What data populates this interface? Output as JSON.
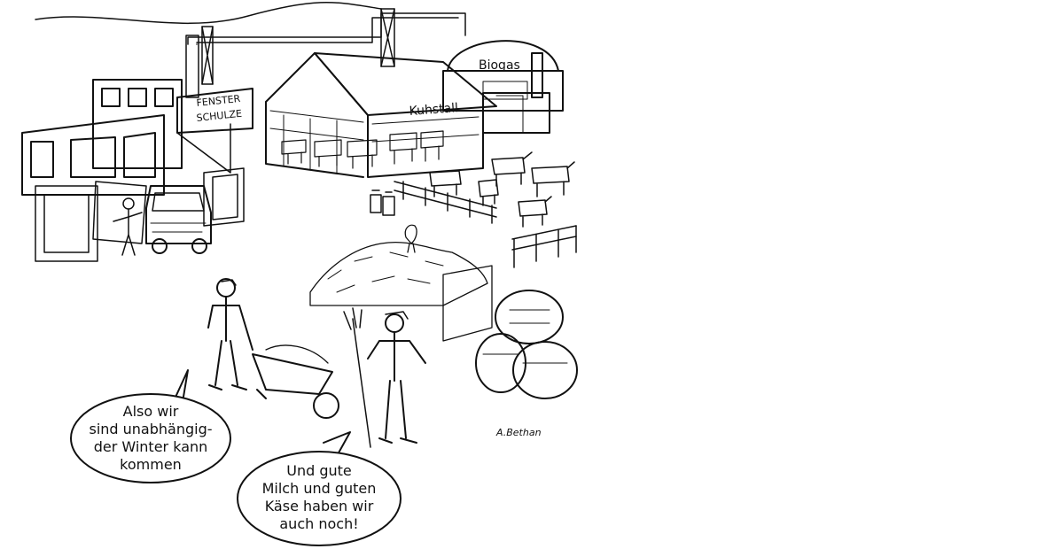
{
  "cartoon": {
    "signs": {
      "fenster_line1": "FENSTER",
      "fenster_line2": "SCHULZE",
      "kuhstall": "Kuhstall",
      "biogas": "Biogas"
    },
    "speech_left": {
      "line1": "Also wir",
      "line2": "sind unabhängig-",
      "line3": "der Winter kann",
      "line4": "kommen"
    },
    "speech_right": {
      "line1": "Und gute",
      "line2": "Milch und guten",
      "line3": "Käse haben wir",
      "line4": "auch noch!"
    },
    "signature": "A.Bethan"
  },
  "colors": {
    "ink": "#111111",
    "paper": "#ffffff"
  }
}
